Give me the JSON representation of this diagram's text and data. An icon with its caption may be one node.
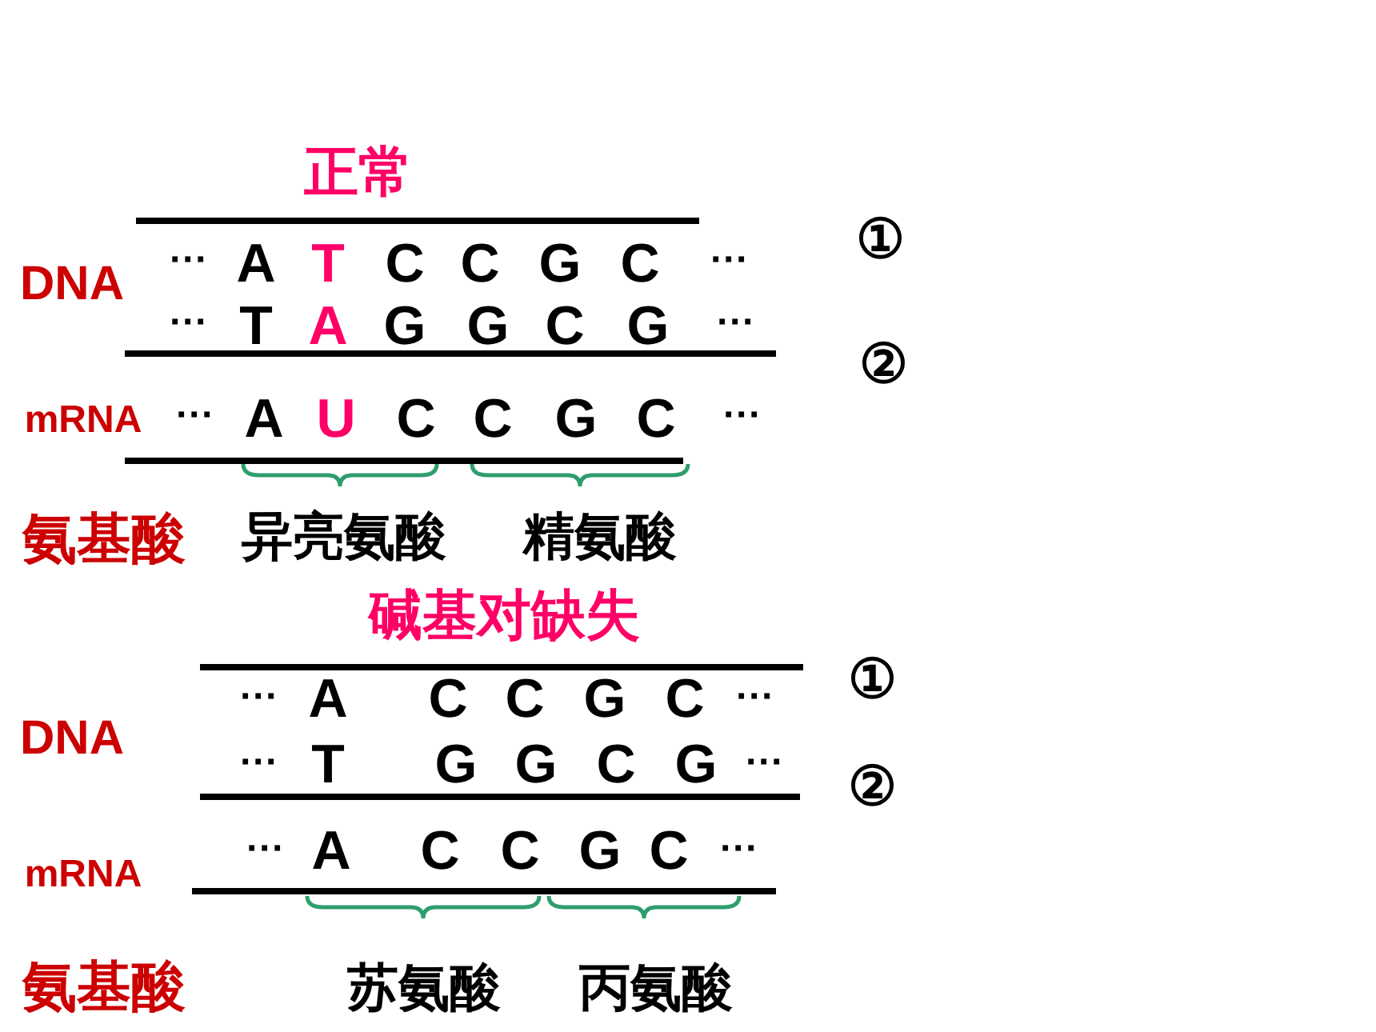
{
  "diagram": {
    "labels": [
      "正常",
      "①",
      "···",
      "A",
      "T",
      "C",
      "C",
      "G",
      "C",
      "···",
      "DNA",
      "···",
      "T",
      "A",
      "G",
      "G",
      "C",
      "G",
      "···",
      "②",
      "mRNA",
      "···",
      "A",
      "U",
      "C",
      "C",
      "G",
      "C",
      "···",
      "氨基酸",
      "异亮氨酸",
      "精氨酸",
      "碱基对缺失",
      "①",
      "···",
      "A",
      "C",
      "C",
      "G",
      "C",
      "···",
      "DNA",
      "···",
      "T",
      "G",
      "G",
      "C",
      "G",
      "···",
      "②",
      "mRNA",
      "···",
      "A",
      "C",
      "C",
      "G",
      "C",
      "···",
      "氨基酸",
      "苏氨酸",
      "丙氨酸"
    ]
  }
}
